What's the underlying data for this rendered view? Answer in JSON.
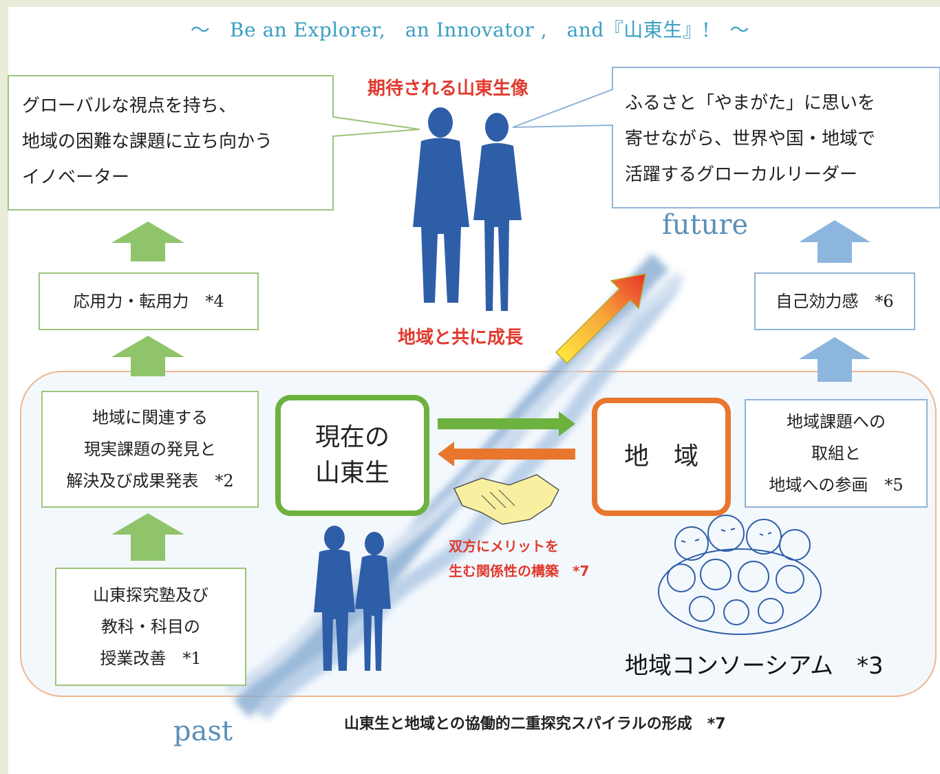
{
  "tagline": "～　Be an Explorer,　an Innovator ,　and『山東生』!　～",
  "expected_label": "期待される山東生像",
  "growth_label": "地域と共に成長",
  "left_callout": "グローバルな視点を持ち、\n地域の困難な課題に立ち向かう\nイノベーター",
  "right_callout": "ふるさと「やまがた」に思いを\n寄せながら、世界や国・地域で\n活躍するグローカルリーダー",
  "future_label": "future",
  "past_label": "past",
  "box_applied": "応用力・転用力　*4",
  "box_self": "自己効力感　*6",
  "box_discovery": "地域に関連する\n現実課題の発見と\n解決及び成果発表　*2",
  "box_class": "山東探究塾及び\n教科・科目の\n授業改善　*1",
  "box_region_action": "地域課題への\n取組と\n地域への参画　*5",
  "center_students": "現在の\n山東生",
  "center_region": "地　域",
  "merit_text": "双方にメリットを\n生む関係性の構築　*7",
  "consortium": "地域コンソーシアム　*3",
  "footer": "山東生と地域との協働的二重探究スパイラルの形成　*7",
  "colors": {
    "green_arrow": "#8fc46a",
    "blue_arrow": "#8db6df",
    "orange": "#e8762c",
    "green_box": "#6db23f",
    "silhouette": "#2f5ea8",
    "tagline": "#3a9fc3"
  }
}
